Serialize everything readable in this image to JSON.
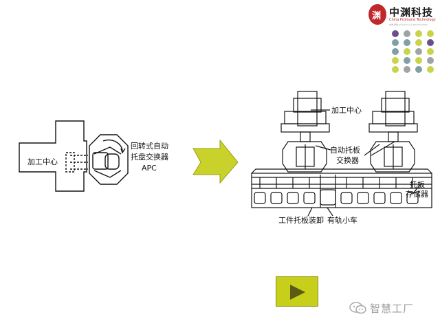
{
  "logo": {
    "seal_char": "渊",
    "name": "中渊科技",
    "english": "China Profound Technology",
    "tagline": "中渊·智能 Smart Future 400-000-0000"
  },
  "accent_dots": {
    "colors": [
      [
        "#6b4e8c",
        "#a0a3a6",
        "#c9d44a",
        "#c9d44a"
      ],
      [
        "#7fa0a6",
        "#7fa0a6",
        "#c9d44a",
        "#6b4e8c"
      ],
      [
        "#7fa0a6",
        "#c9d44a",
        "#a0a3a6",
        "#c9d44a"
      ],
      [
        "#c9d44a",
        "#7fa0a6",
        "#c9d44a",
        "#a0a3a6"
      ],
      [
        "#c9d44a",
        "#a0a3a6",
        "#7fa0a6",
        "#c9d44a"
      ]
    ]
  },
  "left_diagram": {
    "center_label": "加工中心",
    "apc_label_line1": "回转式自动",
    "apc_label_line2": "托盘交换器",
    "apc_label_line3": "APC"
  },
  "right_diagram": {
    "machining_center": "加工中心",
    "pallet_changer_line1": "自动托板",
    "pallet_changer_line2": "交换器",
    "pallet_storage_line1": "托板",
    "pallet_storage_line2": "存储器",
    "loading_station": "工件托板装卸",
    "rail_cart": "有轨小车"
  },
  "arrow": {
    "color": "#c9d22a"
  },
  "footer": {
    "play_icon": "play-icon",
    "watermark": "智慧工厂",
    "watermark_icon": "wechat-icon"
  }
}
